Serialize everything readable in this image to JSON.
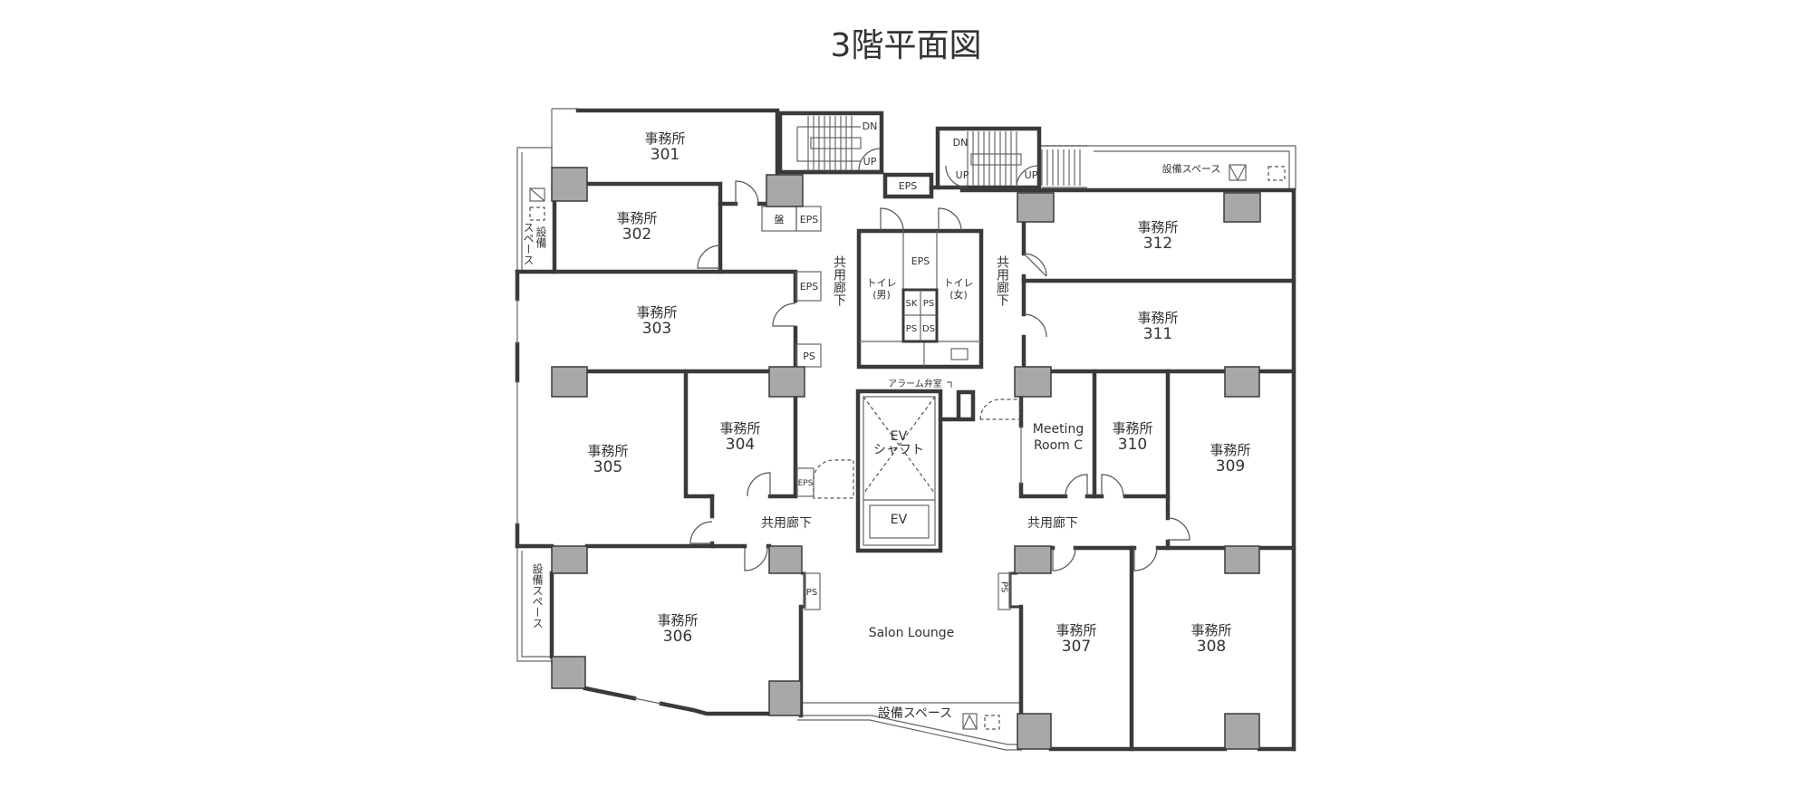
{
  "title": "3階平面図",
  "rooms": {
    "office_label": "事務所",
    "r301": "301",
    "r302": "302",
    "r303": "303",
    "r304": "304",
    "r305": "305",
    "r306": "306",
    "r307": "307",
    "r308": "308",
    "r309": "309",
    "r310": "310",
    "r311": "311",
    "r312": "312",
    "meeting_1": "Meeting",
    "meeting_2": "Room C",
    "salon": "Salon Lounge"
  },
  "common": {
    "corridor": "共用廊下",
    "equipment_space": "設備スペース",
    "equip_a": "設備",
    "equip_b": "スペース",
    "eps": "EPS",
    "ps": "PS",
    "ds": "DS",
    "sk": "SK",
    "panel": "盤",
    "toilet_m_1": "トイレ",
    "toilet_m_2": "(男)",
    "toilet_f_1": "トイレ",
    "toilet_f_2": "(女)",
    "ev_shaft_1": "EV",
    "ev_shaft_2": "シャフト",
    "ev": "EV",
    "alarm_valve": "アラーム弁室",
    "dn": "DN",
    "up": "UP"
  }
}
